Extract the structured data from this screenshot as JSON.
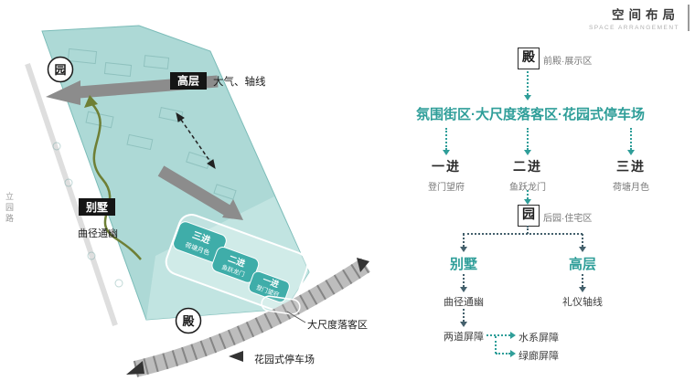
{
  "header": {
    "title_cn": "空间布局",
    "title_en": "SPACE ARRANGEMENT"
  },
  "site_map": {
    "badge_yuan": "园",
    "badge_dian": "殿",
    "label_gaoceng": "高层",
    "label_daqi": "大气、轴线",
    "label_bieshu": "别墅",
    "label_qujing": "曲径通幽",
    "chips": [
      {
        "title": "三进",
        "sub": "荷塘月色"
      },
      {
        "title": "二进",
        "sub": "鱼跃龙门"
      },
      {
        "title": "一进",
        "sub": "登门望府"
      }
    ],
    "label_luoke": "大尺度落客区",
    "label_parking": "花园式停车场",
    "road_name": "立园路"
  },
  "flow": {
    "dian_badge": "殿",
    "dian_note": "前殿·展示区",
    "street_line": "氛围街区·大尺度落客区·花园式停车场",
    "columns": [
      {
        "title": "一进",
        "sub": "登门望府"
      },
      {
        "title": "二进",
        "sub": "鱼跃龙门"
      },
      {
        "title": "三进",
        "sub": "荷塘月色"
      }
    ],
    "yuan_badge": "园",
    "yuan_note": "后园·住宅区",
    "branches": [
      {
        "title": "别墅",
        "sub": "曲径通幽"
      },
      {
        "title": "高层",
        "sub": "礼仪轴线"
      }
    ],
    "barrier_main": "两道屏障",
    "barrier_items": [
      "水系屏障",
      "绿廊屏障"
    ]
  },
  "colors": {
    "accent_teal": "#2f9e99",
    "site_fill": "#9fd2cf",
    "chip_fill": "#3fada9",
    "arrow_gray": "#8c8c8c",
    "path_green": "#6e7f35"
  }
}
